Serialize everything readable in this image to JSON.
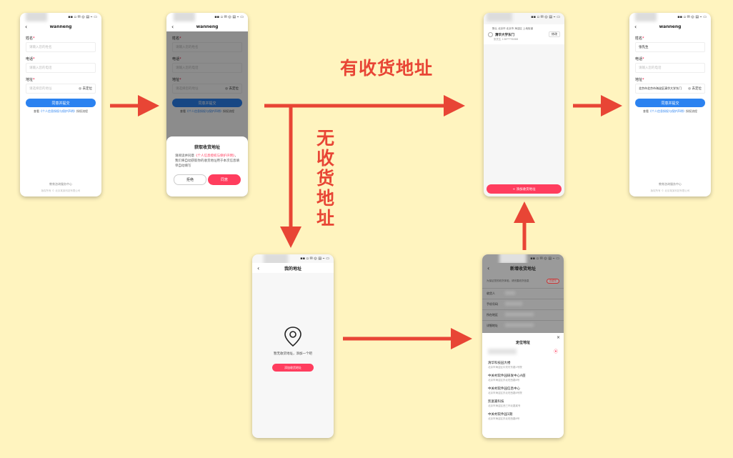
{
  "labels": {
    "has_address": "有收货地址",
    "no_address": "无\n收\n货\n地\n址"
  },
  "screen1": {
    "title": "wanneng",
    "name_label": "姓名",
    "name_placeholder": "请输入您的姓名",
    "phone_label": "电话",
    "phone_placeholder": "请输入您的电话",
    "addr_label": "地址",
    "addr_placeholder": "请选择您的地址",
    "locate": "去定位",
    "submit": "同意并提交",
    "agree_prefix": "查看",
    "agree_link": "《个人信息授权与保护声明》",
    "agree_suffix": "授权流程",
    "footer": "教育咨询服务中心",
    "footer2": "版权所有 © 北京某某科技有限公司"
  },
  "screen2": {
    "title": "wanneng",
    "dialog_title": "获取收货地址",
    "dialog_body_1": "请阅读并同意",
    "dialog_link": "《个人信息授权与保护声明》",
    "dialog_body_2": "，我们将自动获取你的收货地址用于本次信息填单自动填写",
    "reject": "拒绝",
    "allow": "同意"
  },
  "screen3": {
    "tags": "默认 北京市 北京市 海淀区 上地街道",
    "addr_name": "清华大学东门",
    "addr_sub": "张先生 138****8888",
    "edit": "修改",
    "add_button": "+ 添加收货地址"
  },
  "screen4": {
    "title": "wanneng",
    "name_value": "张先生",
    "addr_value": "北京市北京市海淀区清华大学东门",
    "locate": "去定位",
    "submit": "同意并提交"
  },
  "screen5": {
    "title": "我的地址",
    "empty_text": "暂无收货地址，添加一个吧",
    "add_button": "添加收货地址"
  },
  "screen6": {
    "title": "新增收货地址",
    "notice": "为保证您的收货体验，请完善收货信息",
    "notice_btn": "去填写",
    "row_labels": [
      "收货人",
      "手机号码",
      "所在地区",
      "详细地址"
    ],
    "sheet_title": "定位地址",
    "close": "×",
    "pois": [
      {
        "name": "清华科技园大楼",
        "addr": "北京市海淀区中关村东路1号院"
      },
      {
        "name": "中关村软件园研发中心A座",
        "addr": "北京市海淀区东北旺西路8号"
      },
      {
        "name": "中关村软件园信息中心",
        "addr": "北京市海淀区东北旺西路8号院"
      },
      {
        "name": "凯富嘉科技",
        "addr": "北京市海淀区西三环北路某号"
      },
      {
        "name": "中关村软件园1期",
        "addr": "北京市海淀区东北旺西路8号"
      }
    ]
  },
  "colors": {
    "background": "#fff4bf",
    "arrow": "#e84535",
    "primary_blue": "#2b82f0",
    "primary_red": "#ff3d5e"
  }
}
